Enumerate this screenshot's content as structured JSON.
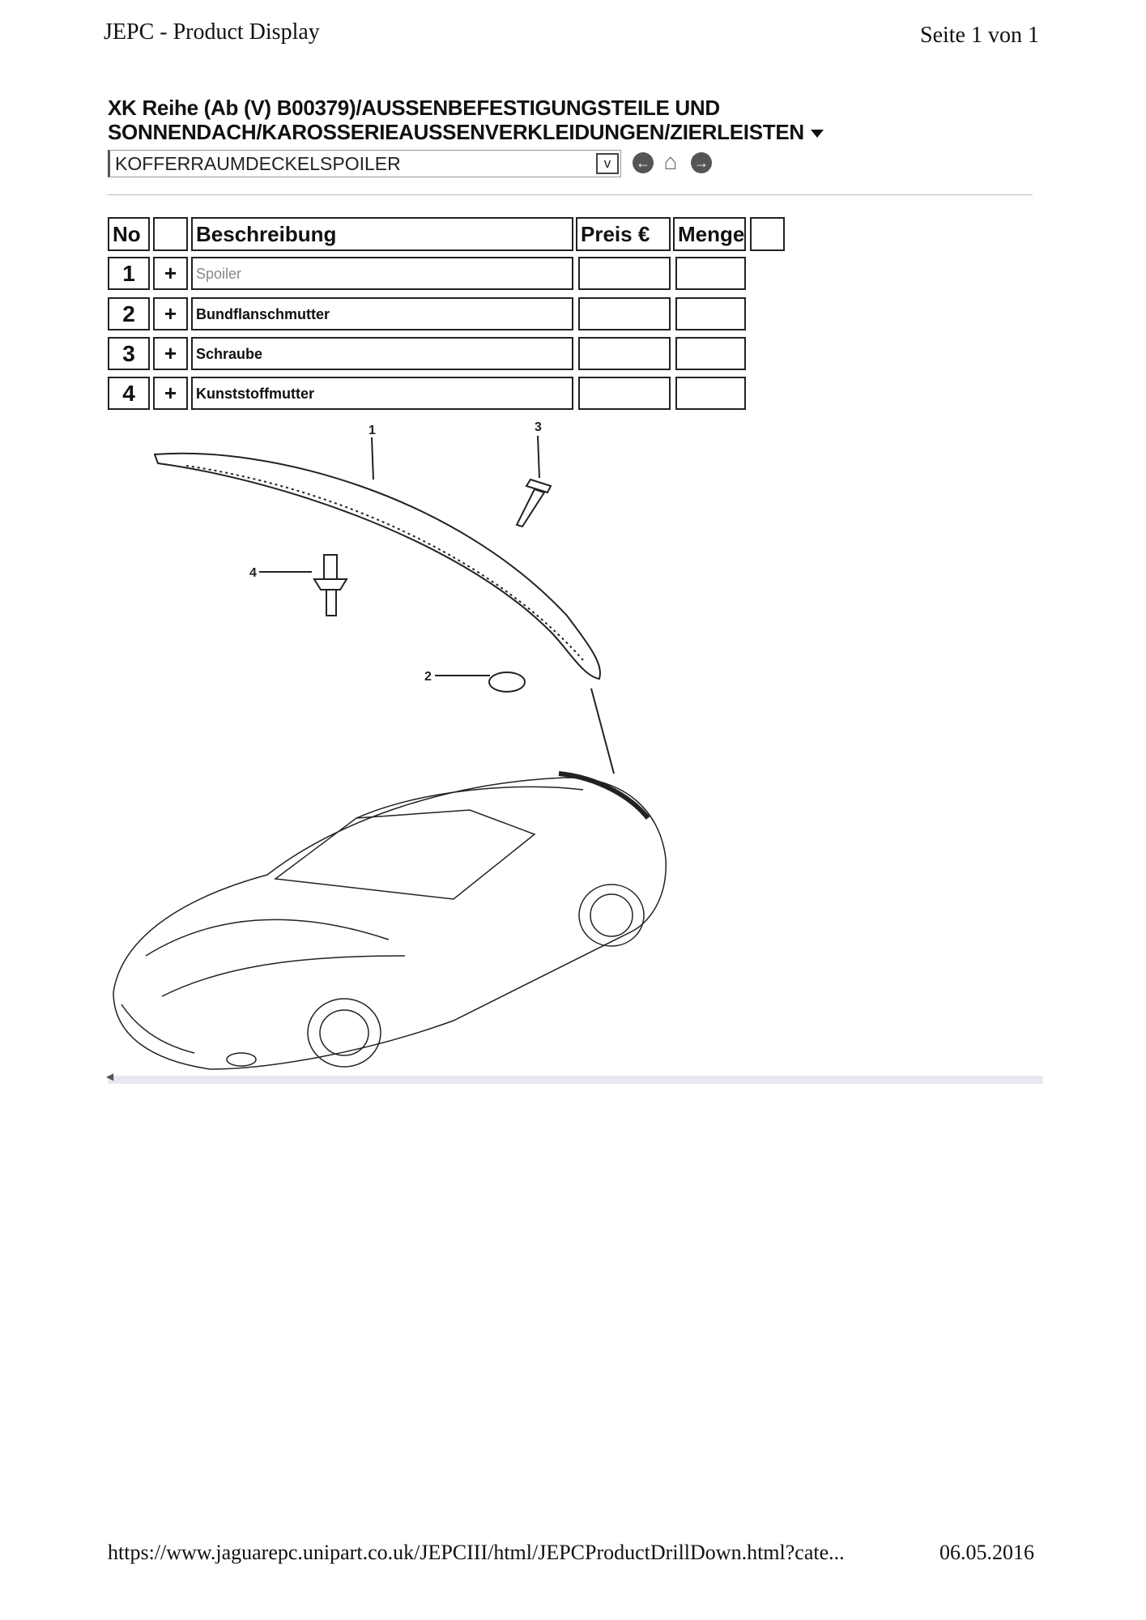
{
  "header": {
    "title": "JEPC - Product Display",
    "page": "Seite 1 von 1"
  },
  "breadcrumb": {
    "line1": "XK Reihe (Ab (V) B00379)/AUSSENBEFESTIGUNGSTEILE UND",
    "line2": "SONNENDACH/KAROSSERIEAUSSENVERKLEIDUNGEN/ZIERLEISTEN"
  },
  "select": {
    "value": "KOFFERRAUMDECKELSPOILER",
    "dropdown_glyph": "v"
  },
  "nav": {
    "back_icon": "back-arrow-icon",
    "home_icon": "home-icon",
    "forward_icon": "forward-arrow-icon"
  },
  "table": {
    "headers": {
      "no": "No",
      "blank": "",
      "description": "Beschreibung",
      "price": "Preis €",
      "quantity": "Menge"
    },
    "rows": [
      {
        "no": "1",
        "add": "+",
        "description": "Spoiler",
        "price": "",
        "quantity": ""
      },
      {
        "no": "2",
        "add": "+",
        "description": "Bundflanschmutter",
        "price": "",
        "quantity": ""
      },
      {
        "no": "3",
        "add": "+",
        "description": "Schraube",
        "price": "",
        "quantity": ""
      },
      {
        "no": "4",
        "add": "+",
        "description": "Kunststoffmutter",
        "price": "",
        "quantity": ""
      }
    ]
  },
  "diagram": {
    "callouts": [
      "1",
      "2",
      "3",
      "4"
    ]
  },
  "footer": {
    "url": "https://www.jaguarepc.unipart.co.uk/JEPCIII/html/JEPCProductDrillDown.html?cate...",
    "date": "06.05.2016"
  }
}
